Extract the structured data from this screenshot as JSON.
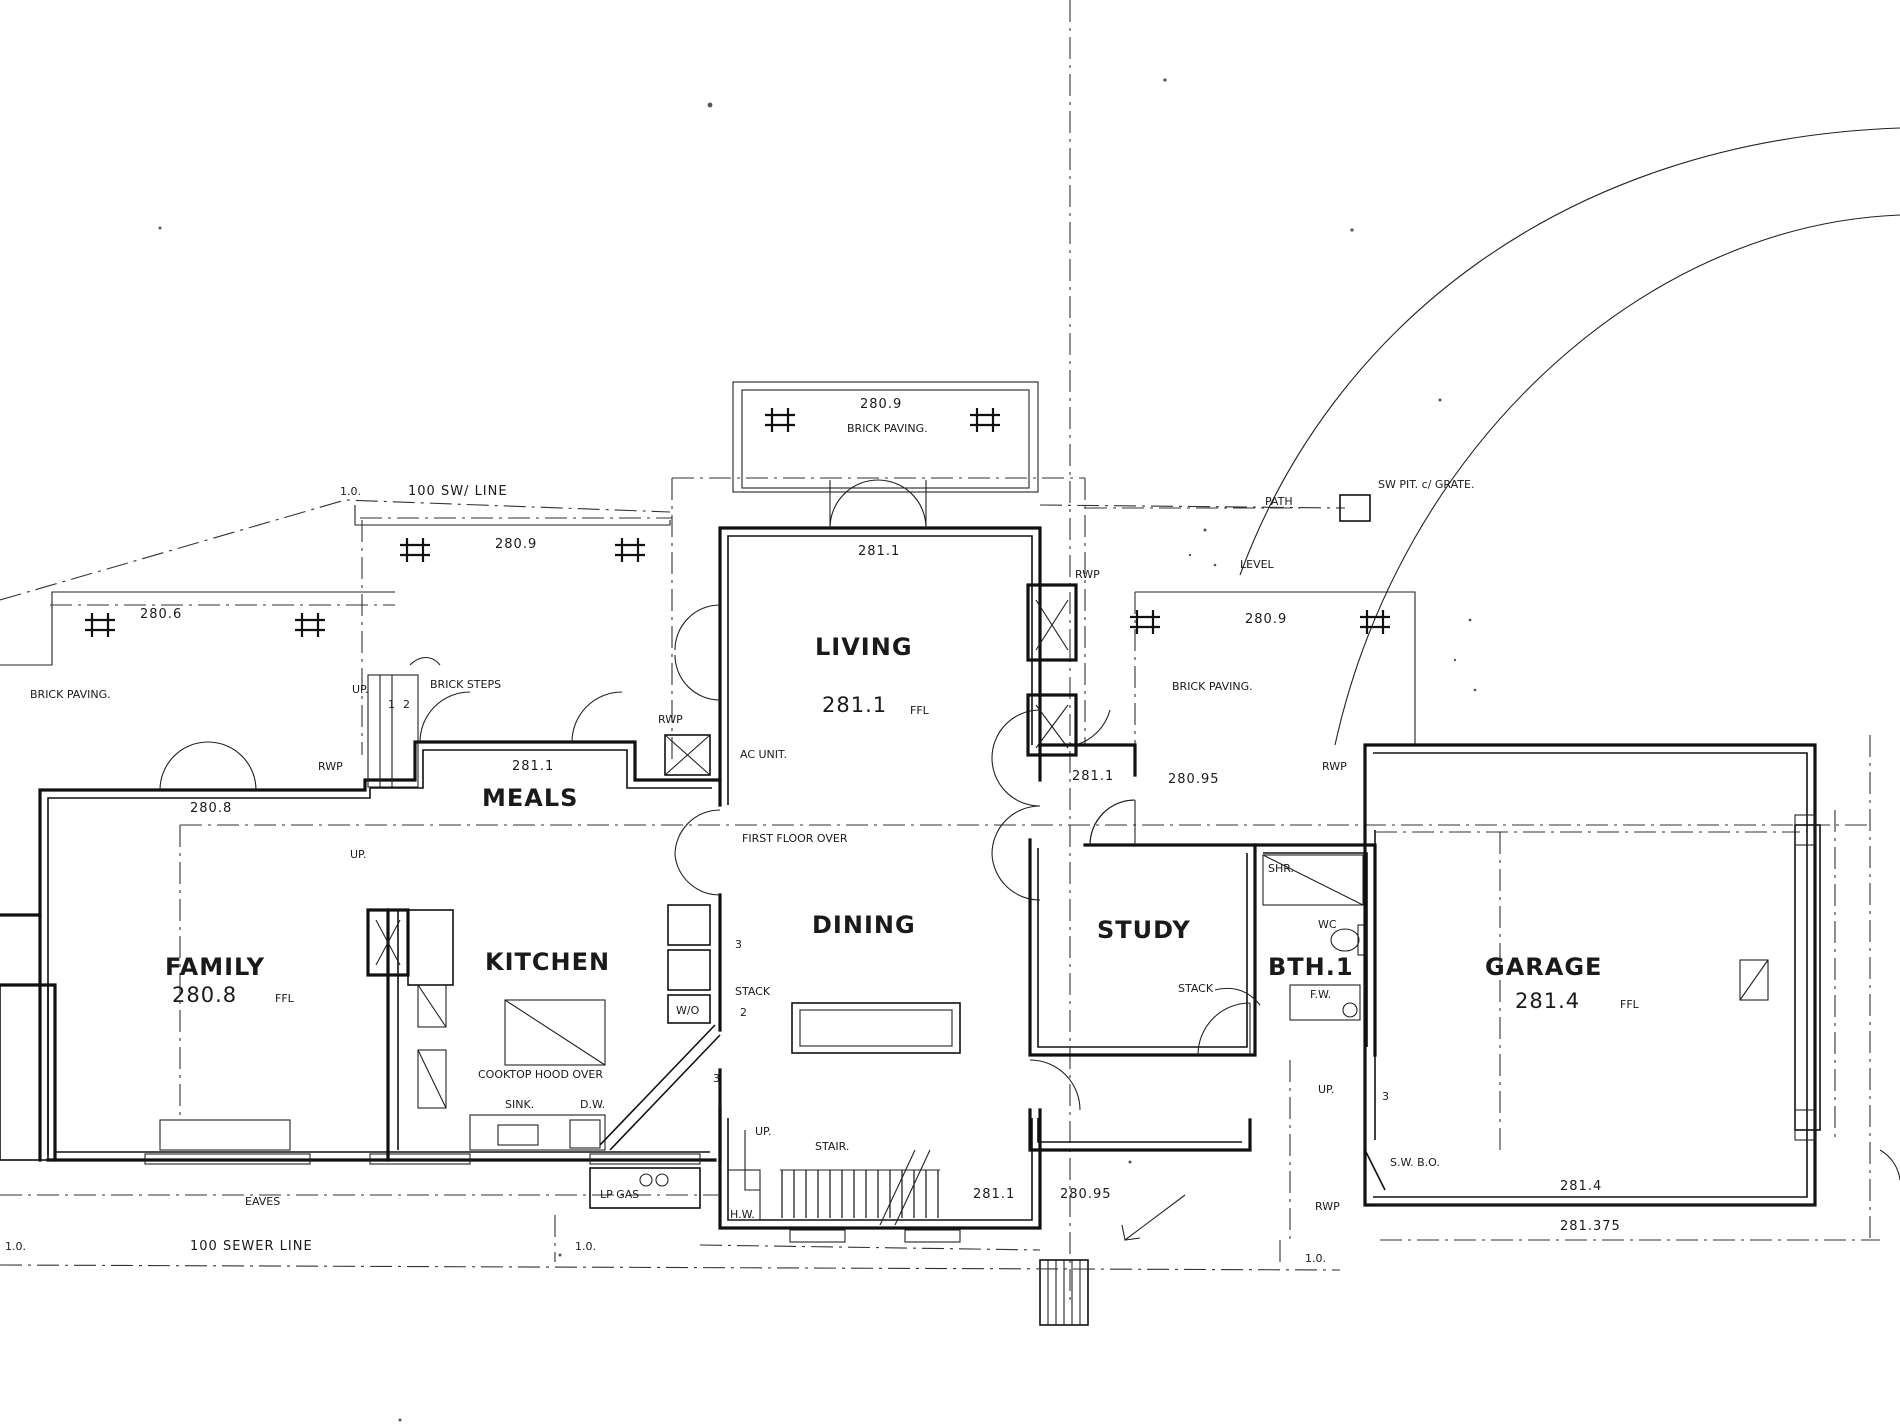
{
  "rooms": {
    "living": "LIVING",
    "dining": "DINING",
    "meals": "MEALS",
    "family": "FAMILY",
    "kitchen": "KITCHEN",
    "study": "STUDY",
    "bath": "BTH.1",
    "garage": "GARAGE"
  },
  "levels": {
    "living": "281.1",
    "family": "280.8",
    "garage": "281.4",
    "ffl": "FFL",
    "top_paving": "280.9",
    "living_top": "281.1",
    "left_paving": "280.9",
    "far_left_paving": "280.6",
    "meals": "281.1",
    "family_top": "280.8",
    "right_paving": "280.9",
    "study_hall": "281.1",
    "study_hall_right": "280.95",
    "entry_left": "281.1",
    "entry_right": "280.95",
    "garage_front": "281.4",
    "garage_drive": "281.375"
  },
  "notes": {
    "brick_paving_top": "BRICK PAVING.",
    "sw_line": "100 SW/ LINE",
    "sw_start": "1.0.",
    "brick_steps": "BRICK STEPS",
    "brick_paving_left": "BRICK PAVING.",
    "brick_paving_right": "BRICK PAVING.",
    "path": "PATH",
    "sw_pit": "SW PIT. c/ GRATE.",
    "level": "LEVEL",
    "rwp1": "RWP",
    "rwp2": "RWP",
    "rwp3": "RWP",
    "rwp4": "RWP",
    "rwp5": "RWP",
    "ac_unit": "AC UNIT.",
    "first_floor_over": "FIRST FLOOR OVER",
    "up1": "UP.",
    "up2": "UP.",
    "up3": "UP.",
    "up4": "UP.",
    "stack1": "STACK",
    "stack2": "STACK",
    "shr": "SHR.",
    "wc": "WC",
    "fw": "F.W.",
    "wo": "W/O",
    "cooktop": "COOKTOP HOOD OVER",
    "sink": "SINK.",
    "dw": "D.W.",
    "lp_gas": "LP GAS",
    "hw": "H.W.",
    "stair": "STAIR.",
    "sw_bo": "S.W. B.O.",
    "eaves": "EAVES",
    "sewer": "100 SEWER LINE",
    "io1": "1.0.",
    "io2": "1.0.",
    "io3": "1.0.",
    "num1": "1",
    "num2": "2",
    "num3": "3",
    "num4": "3",
    "num5": "2",
    "num6": "3"
  }
}
